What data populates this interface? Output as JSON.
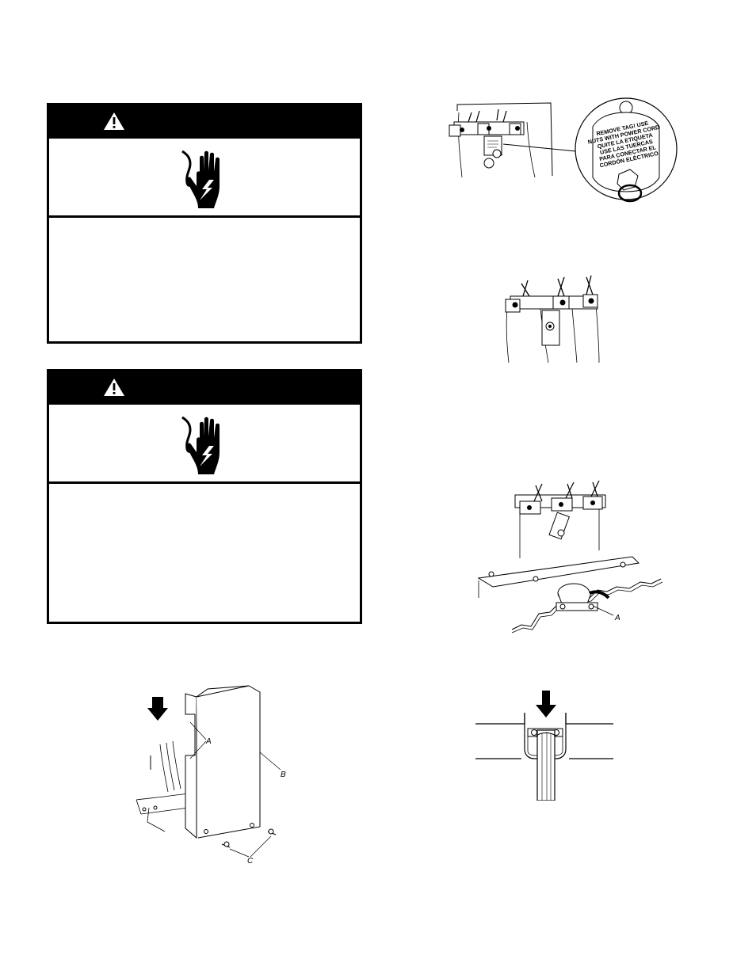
{
  "warning_boxes": [
    {
      "header_icon": "warning-triangle-icon",
      "symbol_icon": "electrical-shock-hand-icon"
    },
    {
      "header_icon": "warning-triangle-icon",
      "symbol_icon": "electrical-shock-hand-icon"
    }
  ],
  "figures": {
    "terminal_tag": {
      "tag_lines": [
        "REMOVE TAG! USE",
        "NUTS WITH POWER CORD",
        "QUITE LA ETIQUETA",
        "USE LAS TUERCAS",
        "PARA CONECTAR EL",
        "CORDÓN ELÉCTRICO"
      ]
    },
    "terminal_block_label": "A",
    "cover_labels": {
      "a": "A",
      "b": "B",
      "c": "C"
    }
  }
}
